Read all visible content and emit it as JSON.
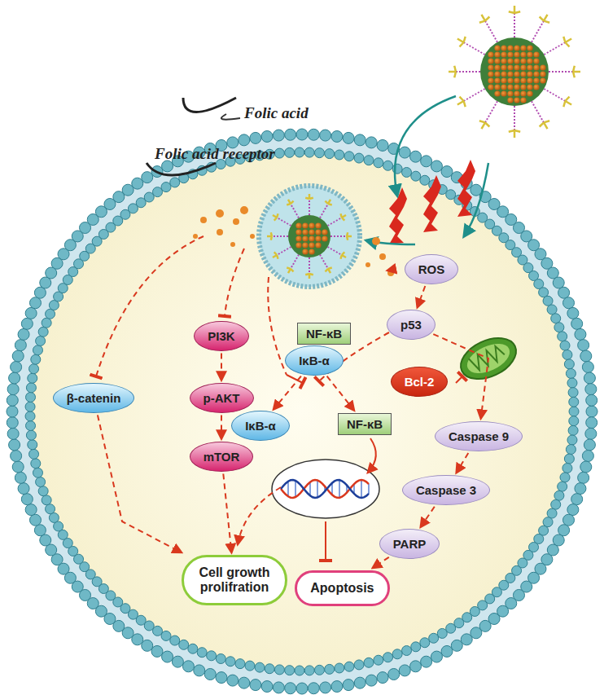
{
  "diagram": {
    "nodes": [
      {
        "text": [
          "ROS"
        ]
      },
      {
        "text": [
          "p53"
        ]
      },
      {
        "text": [
          "Bcl-2"
        ]
      },
      {
        "text": [
          "Caspase 9"
        ]
      },
      {
        "text": [
          "Caspase 3"
        ]
      },
      {
        "text": [
          "PARP"
        ]
      },
      {
        "text": [
          "PI3K"
        ]
      },
      {
        "text": [
          "p-AKT"
        ]
      },
      {
        "text": [
          "mTOR"
        ]
      },
      {
        "text": [
          "β-catenin"
        ]
      },
      {
        "text": [
          "NF-κB"
        ]
      },
      {
        "text": [
          "IκB-α"
        ]
      },
      {
        "text": [
          "IκB-α"
        ]
      },
      {
        "text": [
          "NF-κB"
        ]
      },
      {
        "text": [
          "Cell growth prolifration"
        ]
      },
      {
        "text": [
          "Apoptosis"
        ]
      }
    ],
    "edges": [
      {
        "from": 6,
        "to": 7,
        "arrow": "to"
      },
      {
        "from": 7,
        "to": 8,
        "arrow": "to"
      },
      {
        "from": 8,
        "to": 14,
        "arrow": "to"
      },
      {
        "from": 9,
        "to": 14,
        "arrow": "to"
      },
      {
        "from": 0,
        "to": 1,
        "arrow": "to"
      },
      {
        "from": 1,
        "to": 3,
        "arrow": "to"
      },
      {
        "from": 3,
        "to": 4,
        "arrow": "to"
      },
      {
        "from": 4,
        "to": 5,
        "arrow": "to"
      },
      {
        "from": 5,
        "to": 15,
        "arrow": "to"
      },
      {
        "from": 11,
        "to": 12,
        "arrow": "to"
      },
      {
        "from": 11,
        "to": 13,
        "arrow": "to"
      }
    ],
    "labels": [
      "Folic acid",
      "Folic acid receptor"
    ]
  }
}
